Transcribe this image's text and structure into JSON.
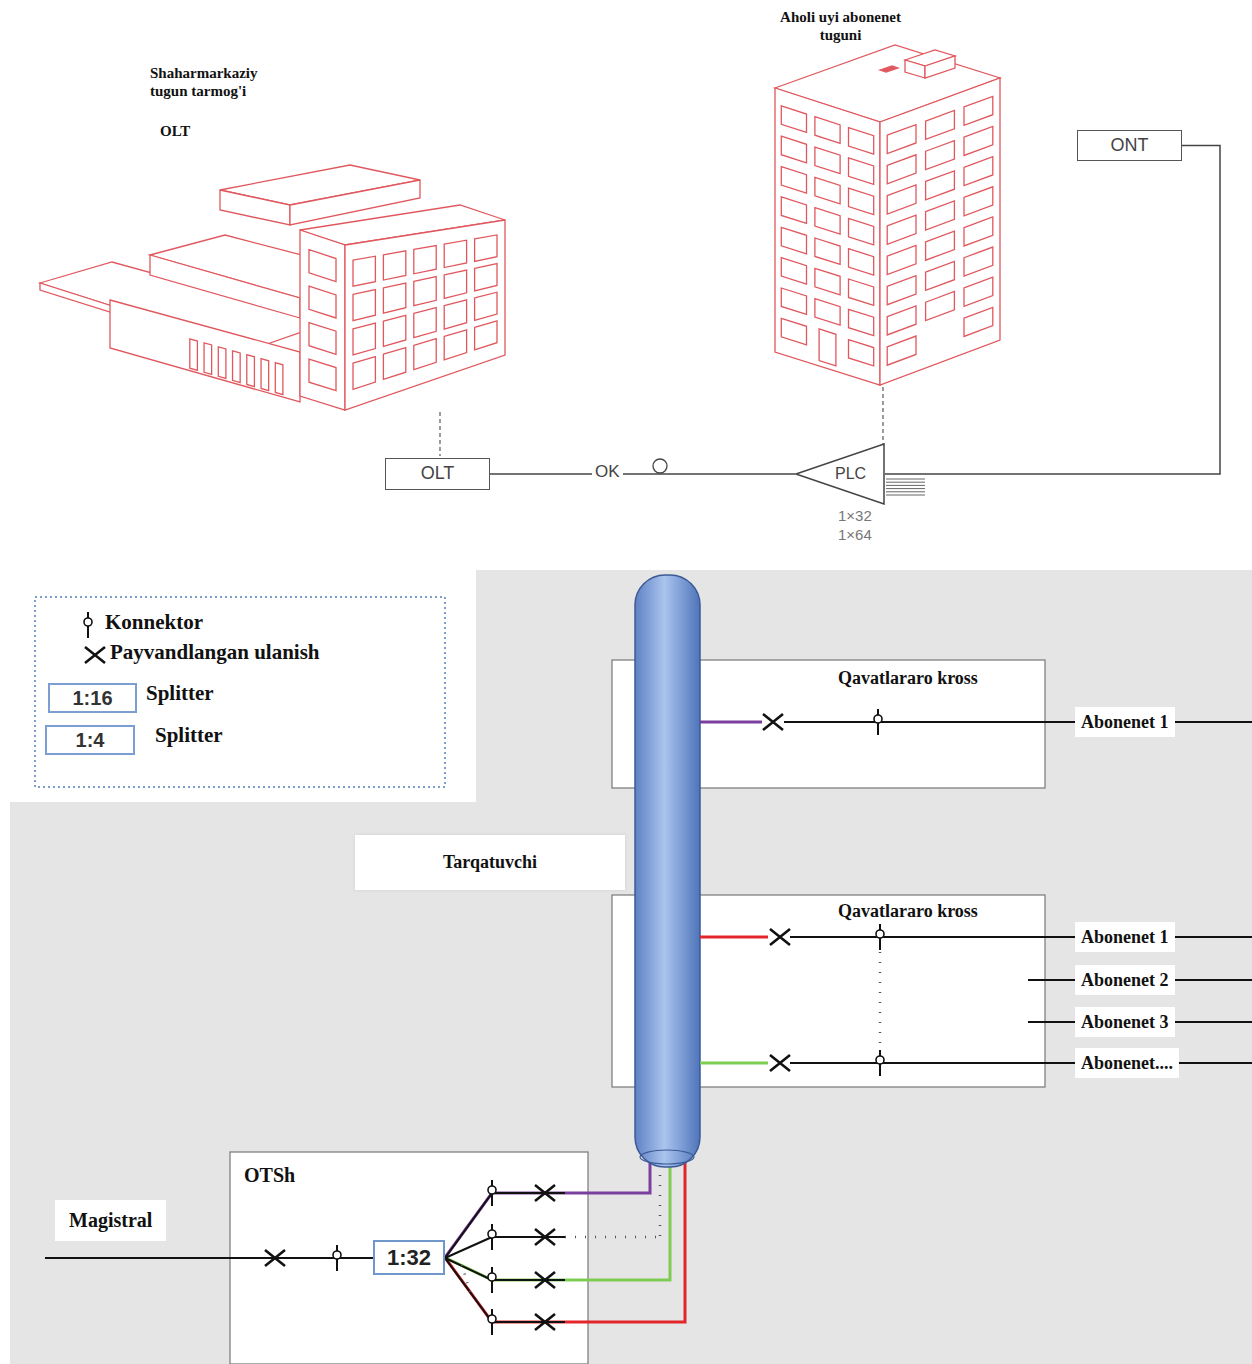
{
  "diagram": {
    "nodes": [
      {
        "text": [
          "OLT"
        ]
      },
      {
        "text": [
          "PLC"
        ]
      },
      {
        "text": [
          "ONT"
        ]
      },
      {
        "text": [
          "Qavatlararo kross"
        ]
      },
      {
        "text": [
          "Abonenet 1"
        ]
      },
      {
        "text": [
          "Tarqatuvchi"
        ]
      },
      {
        "text": [
          "Qavatlararo kross"
        ]
      },
      {
        "text": [
          "Abonenet 1"
        ]
      },
      {
        "text": [
          "Abonenet 2"
        ]
      },
      {
        "text": [
          "Abonenet 3"
        ]
      },
      {
        "text": [
          "Abonenet...."
        ]
      },
      {
        "text": [
          "OTSh"
        ]
      },
      {
        "text": [
          "1:32"
        ],
        "in": 11
      }
    ],
    "edges": [
      {
        "from": 0,
        "to": 1,
        "arrow": "none",
        "label": "OK"
      },
      {
        "from": 1,
        "to": 2,
        "arrow": "none"
      },
      {
        "from": 12,
        "to": 3,
        "arrow": "none"
      },
      {
        "from": 12,
        "to": 6,
        "arrow": "none"
      },
      {
        "from": 12,
        "to": 6,
        "arrow": "none"
      },
      {
        "from": 3,
        "to": 4,
        "arrow": "none"
      },
      {
        "from": 6,
        "to": 7,
        "arrow": "none"
      },
      {
        "from": 6,
        "to": 8,
        "arrow": "none"
      },
      {
        "from": 6,
        "to": 9,
        "arrow": "none"
      },
      {
        "from": 6,
        "to": 10,
        "arrow": "none"
      }
    ],
    "labels": [
      "Shaharmarkaziy tugun tarmog'i",
      "OLT",
      "Aholi uyi abonenet tuguni",
      "1×32",
      "1×64",
      "1:16",
      "1:4",
      "Magistral"
    ],
    "legend": [
      {
        "text": "Konnektor"
      },
      {
        "text": "Payvandlangan ulanish"
      },
      {
        "text": "Splitter"
      },
      {
        "text": "Splitter"
      }
    ]
  }
}
